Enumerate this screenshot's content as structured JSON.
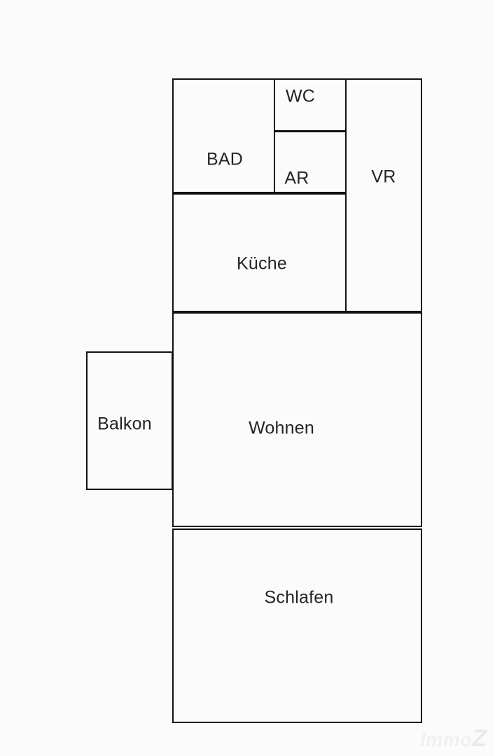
{
  "page": {
    "background_color": "#fbfbfb",
    "wall_color": "#111111",
    "label_color": "#242424"
  },
  "floorplan": {
    "rooms": [
      {
        "id": "wc",
        "label": "WC"
      },
      {
        "id": "bad",
        "label": "BAD"
      },
      {
        "id": "ar",
        "label": "AR"
      },
      {
        "id": "vr",
        "label": "VR"
      },
      {
        "id": "kueche",
        "label": "Küche"
      },
      {
        "id": "balkon",
        "label": "Balkon"
      },
      {
        "id": "wohnen",
        "label": "Wohnen"
      },
      {
        "id": "schlafen",
        "label": "Schlafen"
      }
    ]
  },
  "watermark": {
    "prefix": "Immo",
    "suffix": "Z",
    "full_text": "ImmoZ"
  }
}
